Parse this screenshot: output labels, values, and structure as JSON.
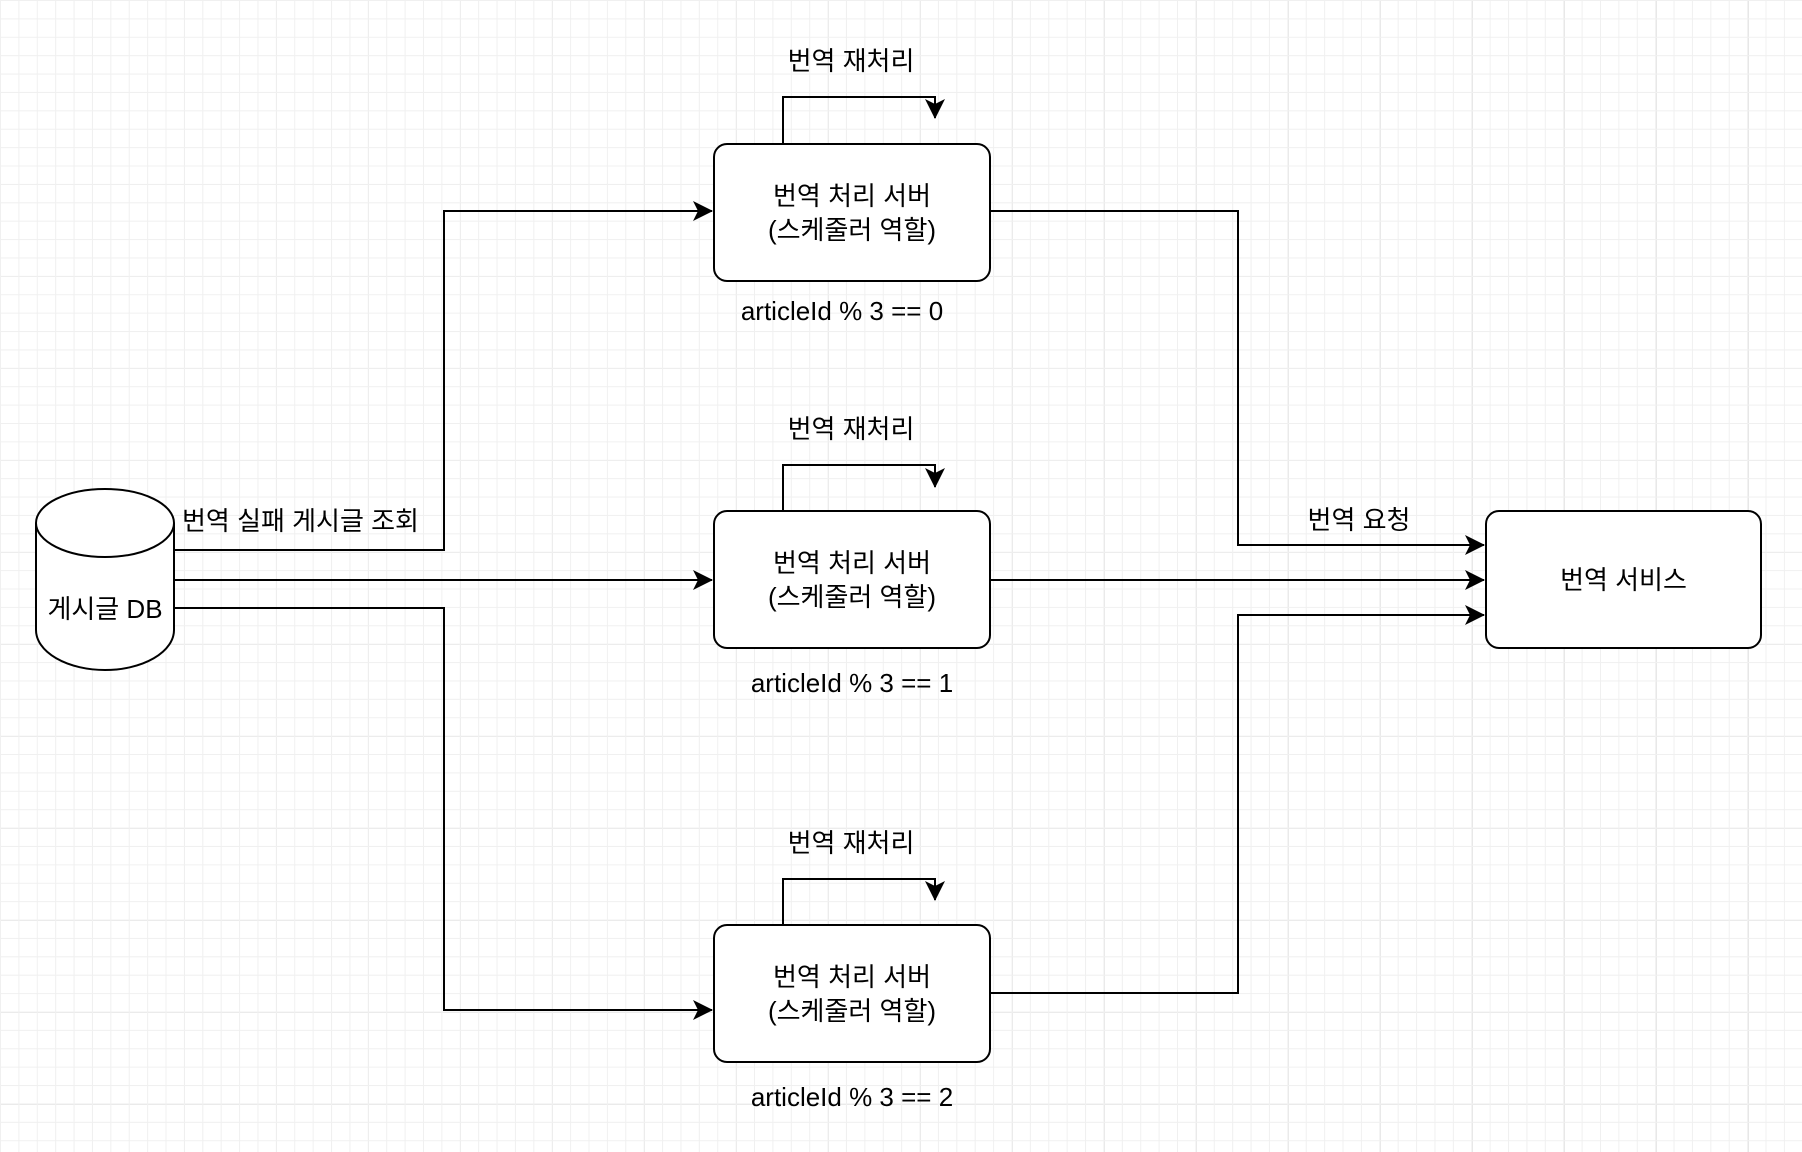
{
  "database": {
    "label": "게시글 DB"
  },
  "query_label": "번역 실패 게시글 조회",
  "servers": [
    {
      "line1": "번역 처리 서버",
      "line2": "(스케줄러 역할)",
      "retry_label": "번역 재처리",
      "condition": "articleId % 3 == 0"
    },
    {
      "line1": "번역 처리 서버",
      "line2": "(스케줄러 역할)",
      "retry_label": "번역 재처리",
      "condition": "articleId % 3 == 1"
    },
    {
      "line1": "번역 처리 서버",
      "line2": "(스케줄러 역할)",
      "retry_label": "번역 재처리",
      "condition": "articleId % 3 == 2"
    }
  ],
  "request_label": "번역 요청",
  "translation_service": {
    "label": "번역 서비스"
  }
}
